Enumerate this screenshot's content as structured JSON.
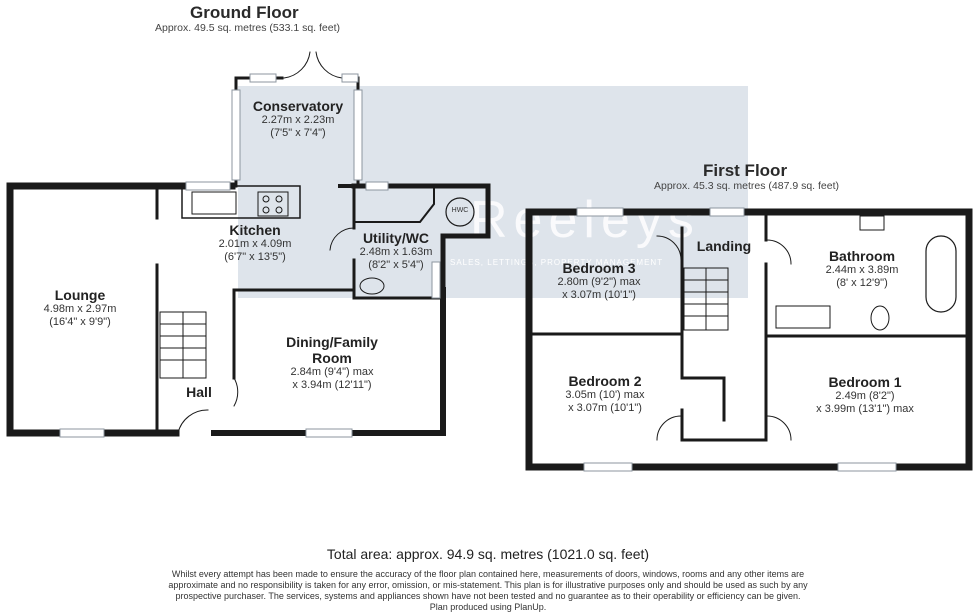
{
  "ground_floor": {
    "title": "Ground Floor",
    "area": "Approx. 49.5 sq. metres (533.1 sq. feet)",
    "rooms": {
      "conservatory": {
        "name": "Conservatory",
        "dim1": "2.27m x 2.23m",
        "dim2": "(7'5\" x 7'4\")"
      },
      "kitchen": {
        "name": "Kitchen",
        "dim1": "2.01m x 4.09m",
        "dim2": "(6'7\" x 13'5\")"
      },
      "utility": {
        "name": "Utility/WC",
        "dim1": "2.48m x 1.63m",
        "dim2": "(8'2\" x 5'4\")"
      },
      "lounge": {
        "name": "Lounge",
        "dim1": "4.98m x 2.97m",
        "dim2": "(16'4\" x 9'9\")"
      },
      "dining": {
        "name": "Dining/Family",
        "name2": "Room",
        "dim1": "2.84m (9'4\") max",
        "dim2": "x 3.94m (12'11\")"
      },
      "hall": {
        "name": "Hall"
      }
    },
    "hwc_label": "HWC"
  },
  "first_floor": {
    "title": "First Floor",
    "area": "Approx. 45.3 sq. metres (487.9 sq. feet)",
    "rooms": {
      "landing": {
        "name": "Landing"
      },
      "bedroom3": {
        "name": "Bedroom 3",
        "dim1": "2.80m (9'2\") max",
        "dim2": "x 3.07m (10'1\")"
      },
      "bathroom": {
        "name": "Bathroom",
        "dim1": "2.44m x 3.89m",
        "dim2": "(8' x 12'9\")"
      },
      "bedroom2": {
        "name": "Bedroom 2",
        "dim1": "3.05m (10') max",
        "dim2": "x 3.07m (10'1\")"
      },
      "bedroom1": {
        "name": "Bedroom 1",
        "dim1": "2.49m (8'2\")",
        "dim2": "x 3.99m (13'1\") max"
      }
    }
  },
  "watermark": {
    "text": "Reeleys",
    "tagline": "SALES, LETTINGS, PROPERTY MANAGEMENT"
  },
  "total_area": "Total area: approx. 94.9 sq. metres (1021.0 sq. feet)",
  "disclaimer": {
    "line1": "Whilst every attempt has been made to ensure the accuracy of the floor plan contained here, measurements of doors, windows, rooms and any other items are",
    "line2": "approximate and no responsibility is taken for any error, omission, or mis-statement. This plan is for illustrative purposes only and should be used as such by any",
    "line3": "prospective purchaser. The services, systems and appliances shown have not been tested and no guarantee as to their operability or efficiency can be given.",
    "line4": "Plan produced using PlanUp."
  },
  "colors": {
    "wall": "#1a1a1a",
    "watermark": "#cfd8e2",
    "window": "#9aa7b2"
  }
}
